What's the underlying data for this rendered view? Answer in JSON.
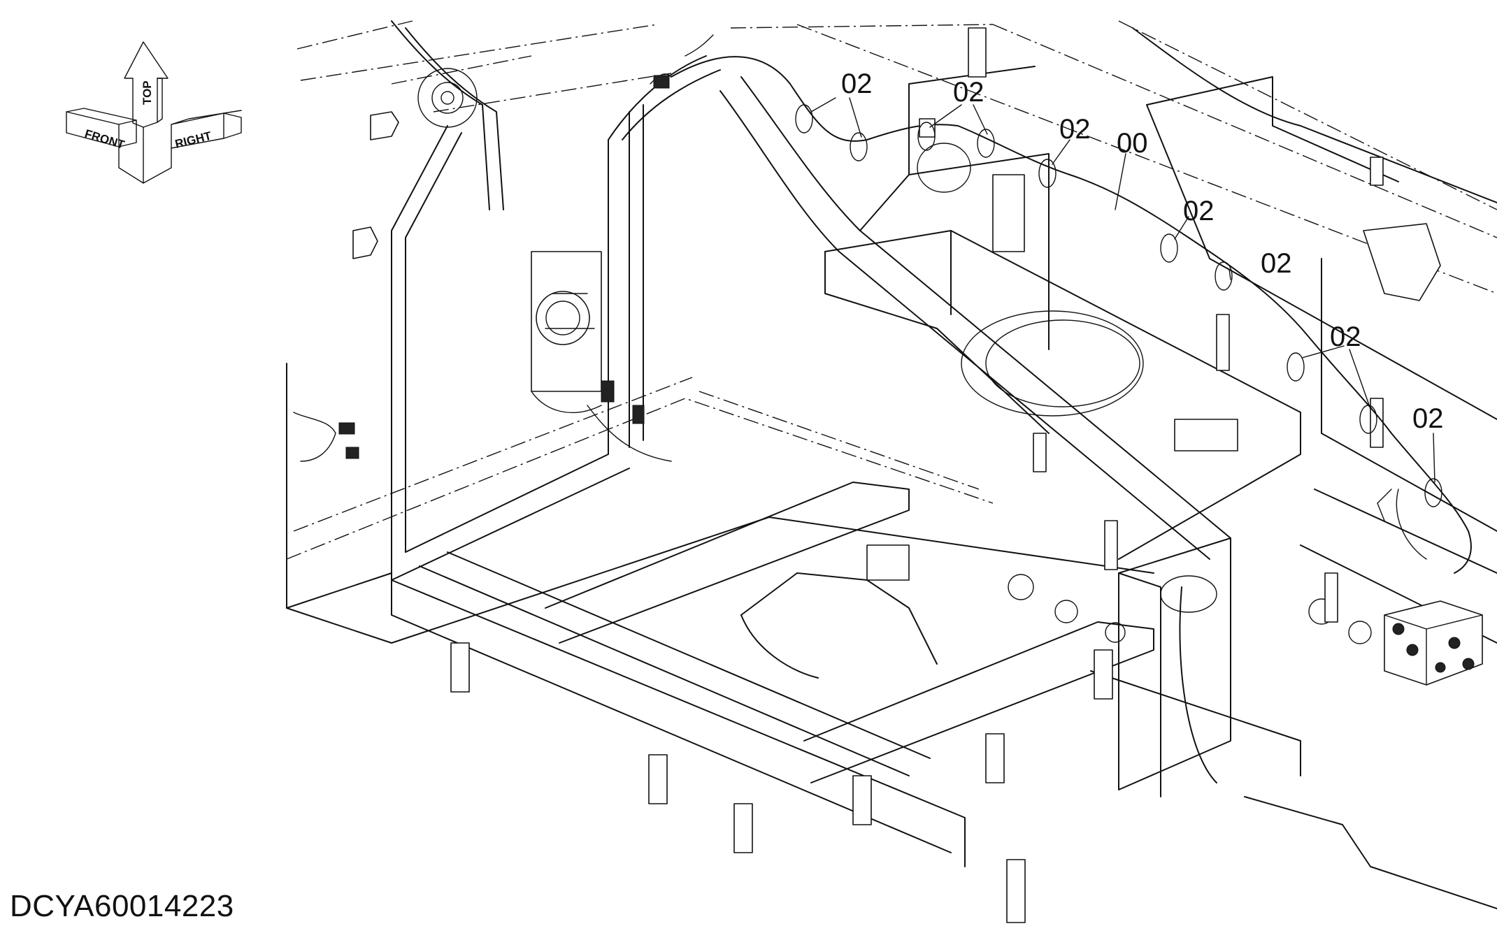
{
  "orientation": {
    "top_label": "TOP",
    "front_label": "FRONT",
    "right_label": "RIGHT"
  },
  "callouts": [
    {
      "label": "02",
      "position_hint": "top-left clamp pair"
    },
    {
      "label": "02",
      "position_hint": "top clamp pair"
    },
    {
      "label": "02",
      "position_hint": "upper-middle clamp"
    },
    {
      "label": "00",
      "position_hint": "harness"
    },
    {
      "label": "02",
      "position_hint": "middle clamp"
    },
    {
      "label": "02",
      "position_hint": "right-middle clamp"
    },
    {
      "label": "02",
      "position_hint": "right clamp pair"
    },
    {
      "label": "02",
      "position_hint": "far-right clamp"
    }
  ],
  "document_id": "DCYA60014223"
}
